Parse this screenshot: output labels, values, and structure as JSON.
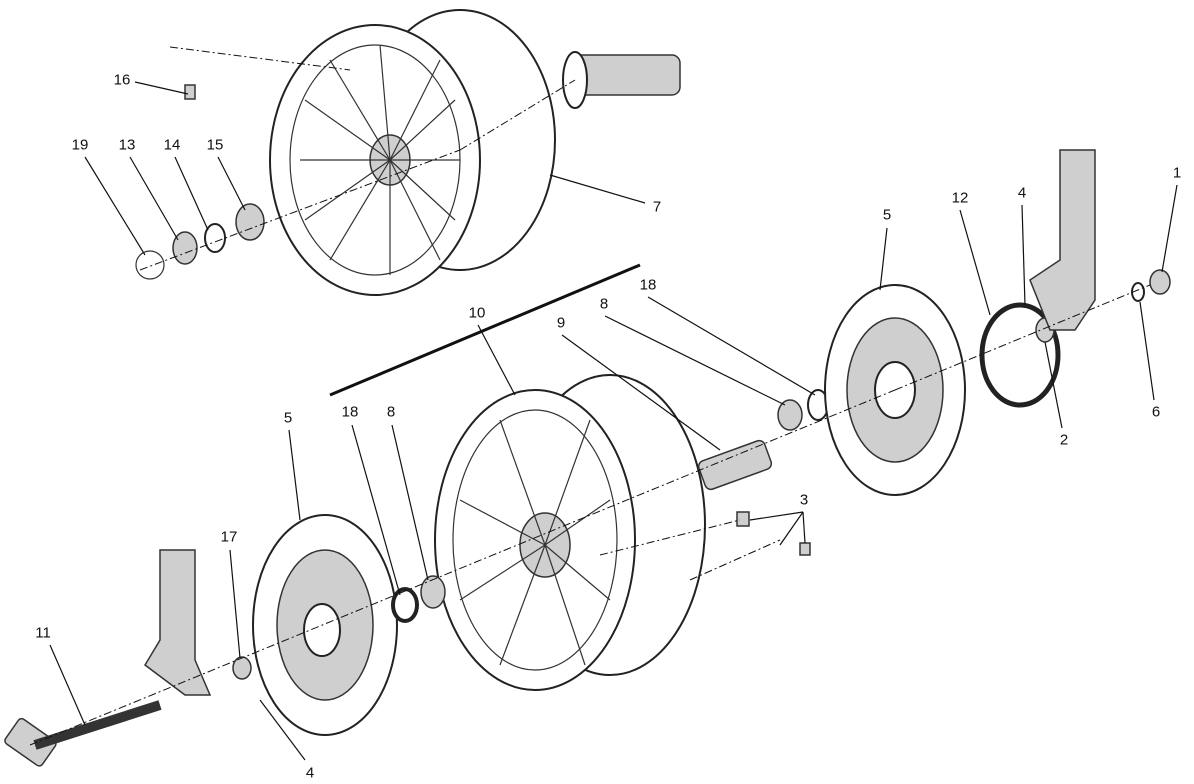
{
  "diagram": {
    "type": "exploded-parts-view",
    "labels": [
      {
        "id": "l16",
        "text": "16"
      },
      {
        "id": "l19",
        "text": "19"
      },
      {
        "id": "l13",
        "text": "13"
      },
      {
        "id": "l14",
        "text": "14"
      },
      {
        "id": "l15",
        "text": "15"
      },
      {
        "id": "l7",
        "text": "7"
      },
      {
        "id": "l10",
        "text": "10"
      },
      {
        "id": "l9",
        "text": "9"
      },
      {
        "id": "l8a",
        "text": "8"
      },
      {
        "id": "l18a",
        "text": "18"
      },
      {
        "id": "l5a",
        "text": "5"
      },
      {
        "id": "l12",
        "text": "12"
      },
      {
        "id": "l4a",
        "text": "4"
      },
      {
        "id": "l1",
        "text": "1"
      },
      {
        "id": "l2",
        "text": "2"
      },
      {
        "id": "l6",
        "text": "6"
      },
      {
        "id": "l3",
        "text": "3"
      },
      {
        "id": "l5b",
        "text": "5"
      },
      {
        "id": "l18b",
        "text": "18"
      },
      {
        "id": "l8b",
        "text": "8"
      },
      {
        "id": "l17",
        "text": "17"
      },
      {
        "id": "l11",
        "text": "11"
      },
      {
        "id": "l4b",
        "text": "4"
      }
    ]
  }
}
